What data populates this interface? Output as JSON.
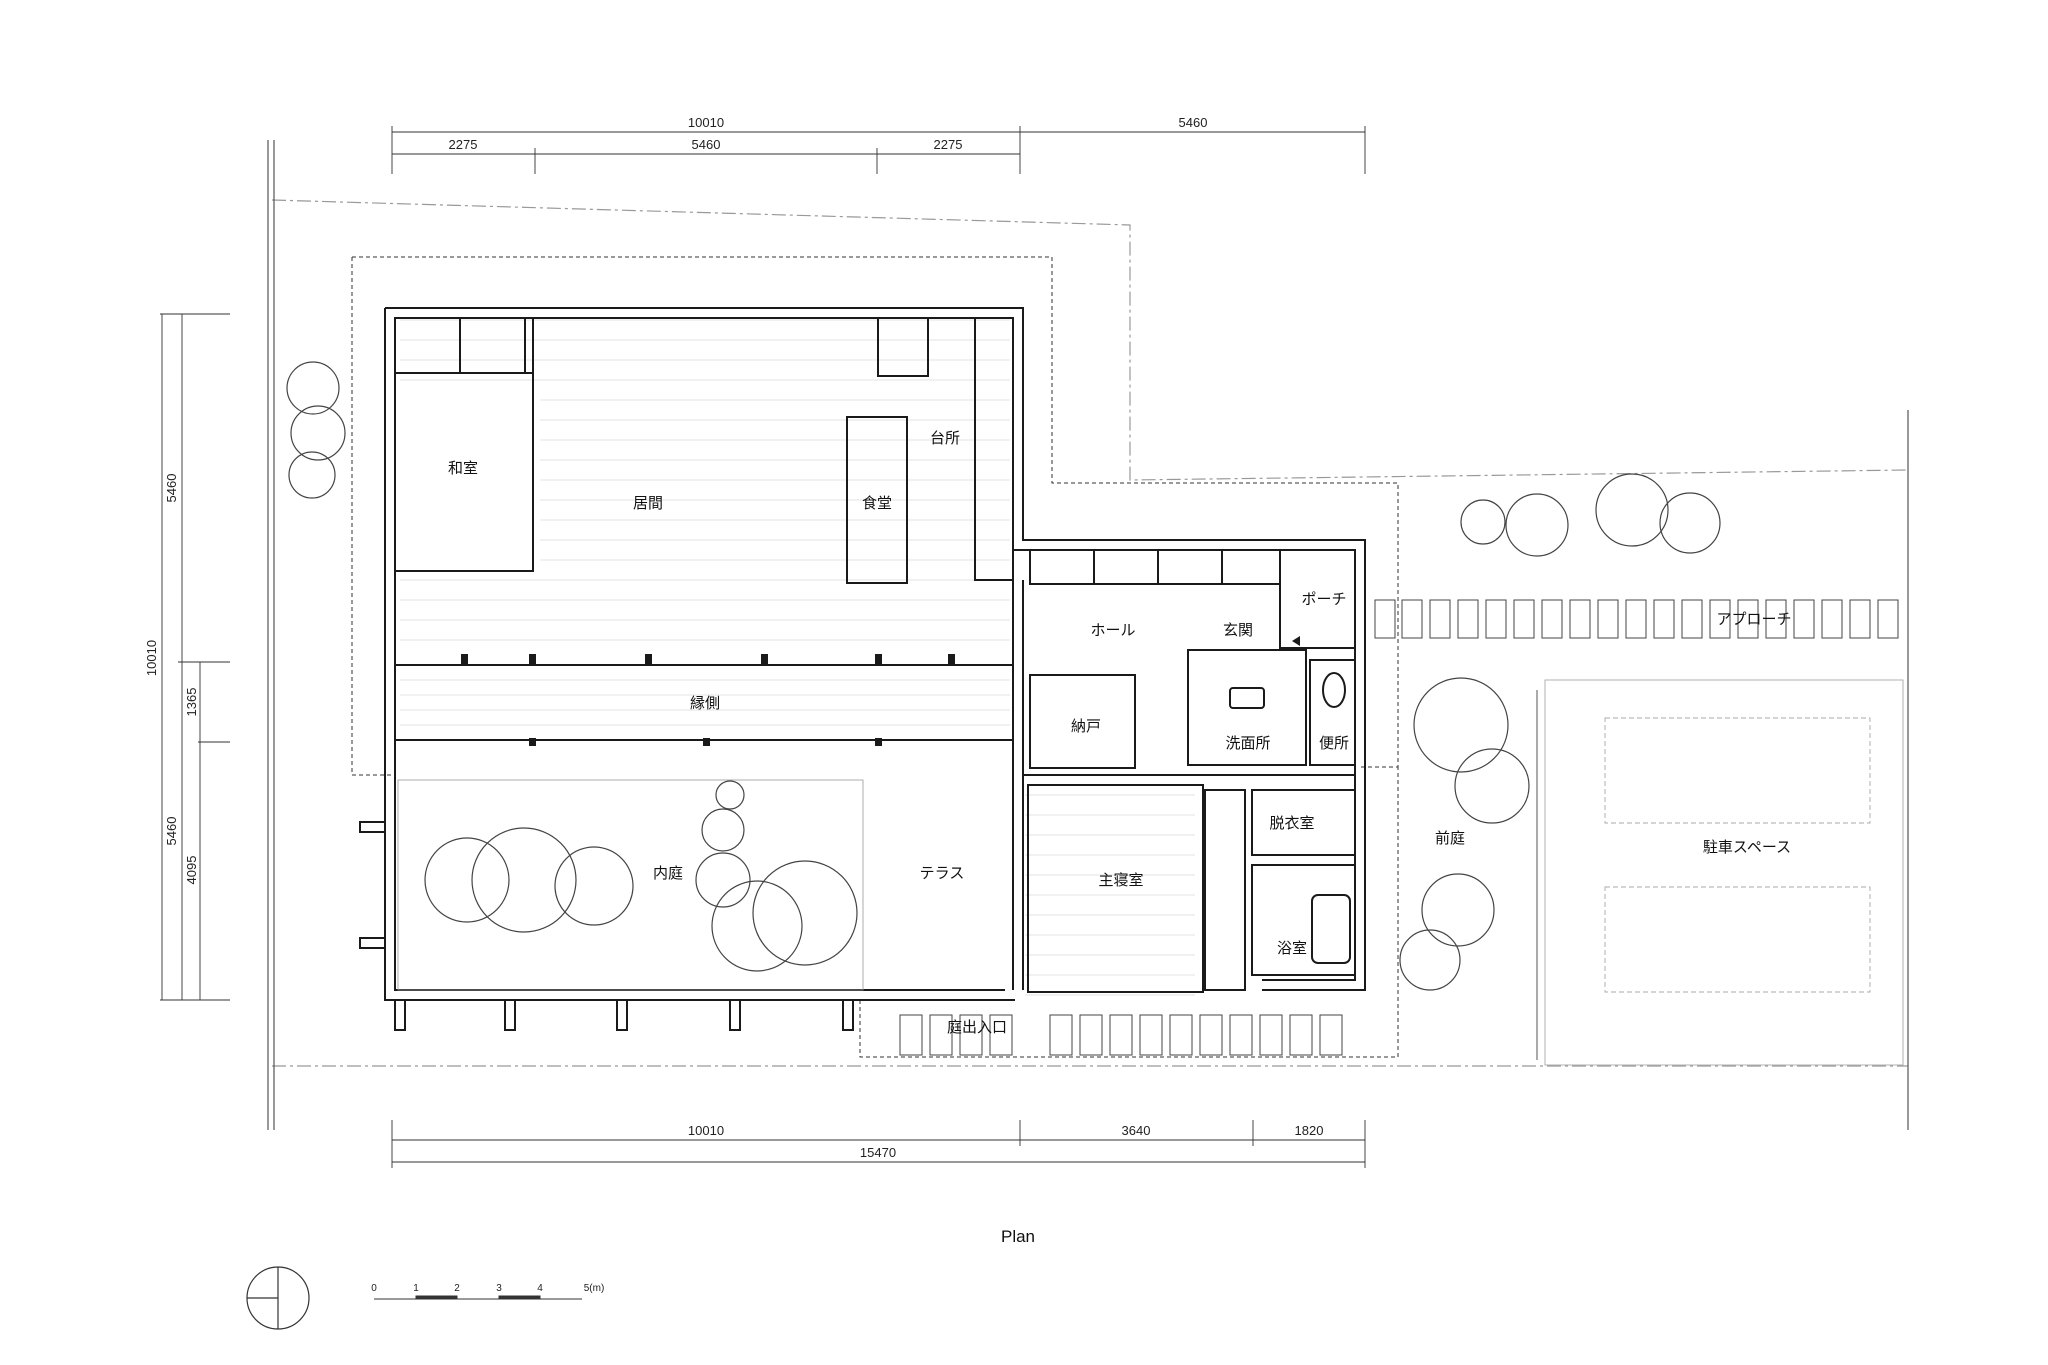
{
  "title": "Plan",
  "dimensions": {
    "top_overall": "10010",
    "top_right": "5460",
    "top_a": "2275",
    "top_b": "5460",
    "top_c": "2275",
    "left_overall": "10010",
    "left_upper": "5460",
    "left_lower": "5460",
    "left_mid": "1365",
    "left_low": "4095",
    "bottom_a": "10010",
    "bottom_b": "3640",
    "bottom_c": "1820",
    "bottom_total": "15470"
  },
  "rooms": {
    "washitsu": "和室",
    "ima": "居間",
    "shokudo": "食堂",
    "daidokoro": "台所",
    "engawa": "縁側",
    "naka_niwa": "内庭",
    "terrace": "テラス",
    "hall": "ホール",
    "genkan": "玄関",
    "porch": "ポーチ",
    "nando": "納戸",
    "senmenjo": "洗面所",
    "benjo": "便所",
    "datsuishitsu": "脱衣室",
    "yokushitsu": "浴室",
    "shushinshitsu": "主寝室",
    "niwa_deiriguchi": "庭出入口",
    "mae_niwa": "前庭",
    "approach": "アプローチ",
    "parking": "駐車スペース"
  },
  "scale_bar": {
    "labels": [
      "0",
      "1",
      "2",
      "3",
      "4",
      "5(m)"
    ]
  }
}
